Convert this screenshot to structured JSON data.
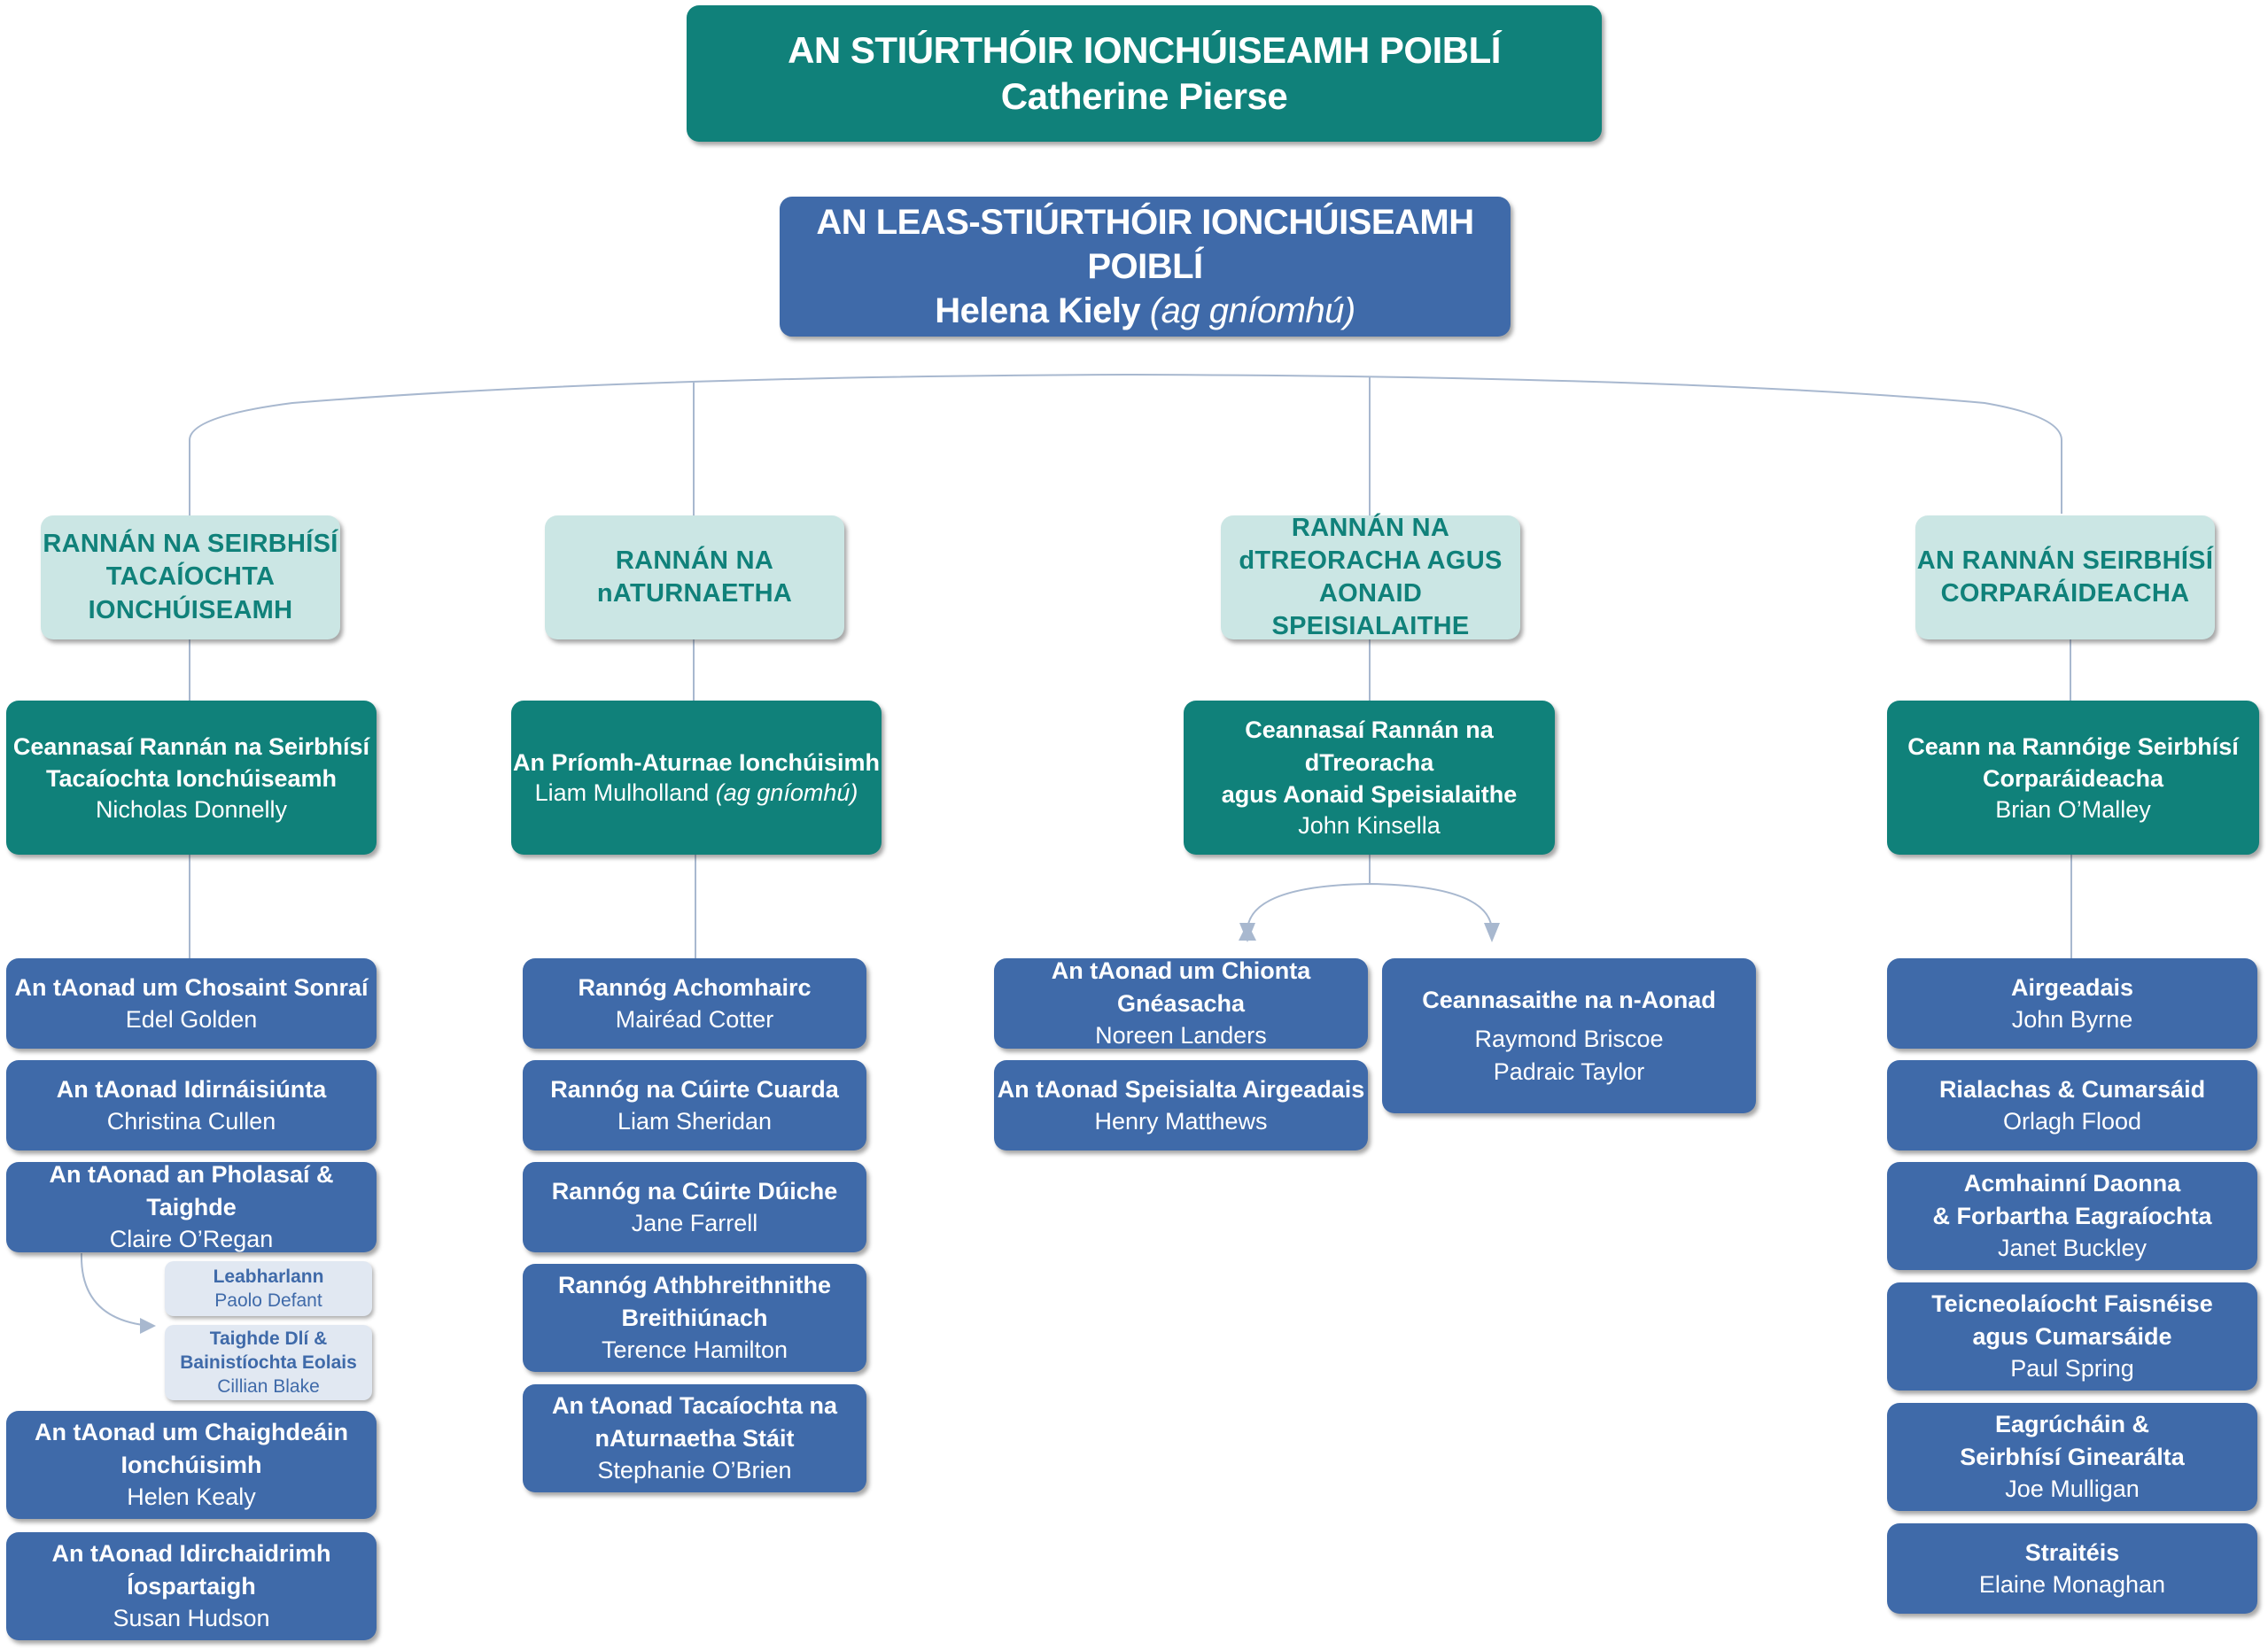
{
  "colors": {
    "teal": "#10817a",
    "blue": "#3f6aa9",
    "pale_teal": "#cbe6e4",
    "pale_blue": "#e1e8f2",
    "connector": "#a8b8cf"
  },
  "director": {
    "title": "AN STIÚRTHÓIR IONCHÚISEAMH POIBLÍ",
    "name": "Catherine Pierse"
  },
  "deputy": {
    "title": "AN LEAS-STIÚRTHÓIR IONCHÚISEAMH POIBLÍ",
    "name": "Helena Kiely",
    "note": "(ag gníomhú)"
  },
  "divisions": [
    {
      "header": [
        "RANNÁN NA SEIRBHÍSÍ",
        "TACAÍOCHTA",
        "IONCHÚISEAMH"
      ],
      "head": {
        "title": [
          "Ceannasaí Rannán na Seirbhísí",
          "Tacaíochta Ionchúiseamh"
        ],
        "name": "Nicholas Donnelly",
        "note": ""
      },
      "units": [
        {
          "title": [
            "An tAonad um Chosaint Sonraí"
          ],
          "name": "Edel Golden"
        },
        {
          "title": [
            "An tAonad Idirnáisiúnta"
          ],
          "name": "Christina Cullen"
        },
        {
          "title": [
            "An tAonad an Pholasaí & Taighde"
          ],
          "name": "Claire O’Regan"
        },
        {
          "title": [
            "An tAonad um Chaighdeáin",
            "Ionchúisimh"
          ],
          "name": "Helen Kealy"
        },
        {
          "title": [
            "An tAonad Idirchaidrimh",
            "Íospartaigh"
          ],
          "name": "Susan Hudson"
        }
      ],
      "subunits": [
        {
          "title": [
            "Leabharlann"
          ],
          "name": "Paolo Defant"
        },
        {
          "title": [
            "Taighde Dlí &",
            "Bainistíochta Eolais"
          ],
          "name": "Cillian Blake"
        }
      ]
    },
    {
      "header": [
        "RANNÁN NA",
        "nATURNAETHA"
      ],
      "head": {
        "title": [
          "An Príomh-Aturnae Ionchúisimh"
        ],
        "name": "Liam Mulholland",
        "note": "(ag gníomhú)"
      },
      "units": [
        {
          "title": [
            "Rannóg Achomhairc"
          ],
          "name": "Mairéad Cotter"
        },
        {
          "title": [
            "Rannóg na Cúirte Cuarda"
          ],
          "name": "Liam Sheridan"
        },
        {
          "title": [
            "Rannóg na Cúirte Dúiche"
          ],
          "name": "Jane Farrell"
        },
        {
          "title": [
            "Rannóg Athbhreithnithe",
            "Breithiúnach"
          ],
          "name": "Terence Hamilton"
        },
        {
          "title": [
            "An tAonad Tacaíochta na",
            "nAturnaetha Stáit"
          ],
          "name": "Stephanie O’Brien"
        }
      ]
    },
    {
      "header": [
        "RANNÁN NA",
        "dTREORACHA AGUS",
        "AONAID SPEISIALAITHE"
      ],
      "head": {
        "title": [
          "Ceannasaí Rannán na dTreoracha",
          "agus Aonaid Speisialaithe"
        ],
        "name": "John Kinsella",
        "note": ""
      },
      "units": [
        {
          "title": [
            "An tAonad um Chionta Gnéasacha"
          ],
          "name": "Noreen Landers"
        },
        {
          "title": [
            "An tAonad Speisialta Airgeadais"
          ],
          "name": "Henry Matthews"
        }
      ],
      "unit_heads": {
        "title": "Ceannasaithe na n-Aonad",
        "names": [
          "Raymond Briscoe",
          "Padraic Taylor"
        ]
      }
    },
    {
      "header": [
        "AN RANNÁN SEIRBHÍSÍ",
        "CORPARÁIDEACHA"
      ],
      "head": {
        "title": [
          "Ceann na Rannóige Seirbhísí",
          "Corparáideacha"
        ],
        "name": "Brian O’Malley",
        "note": ""
      },
      "units": [
        {
          "title": [
            "Airgeadais"
          ],
          "name": "John Byrne"
        },
        {
          "title": [
            "Rialachas & Cumarsáid"
          ],
          "name": "Orlagh Flood"
        },
        {
          "title": [
            "Acmhainní Daonna",
            "& Forbartha Eagraíochta"
          ],
          "name": "Janet Buckley"
        },
        {
          "title": [
            "Teicneolaíocht Faisnéise",
            "agus Cumarsáide"
          ],
          "name": "Paul Spring"
        },
        {
          "title": [
            "Eagrúcháin &",
            "Seirbhísí Ginearálta"
          ],
          "name": "Joe Mulligan"
        },
        {
          "title": [
            "Straitéis"
          ],
          "name": "Elaine Monaghan"
        }
      ]
    }
  ]
}
